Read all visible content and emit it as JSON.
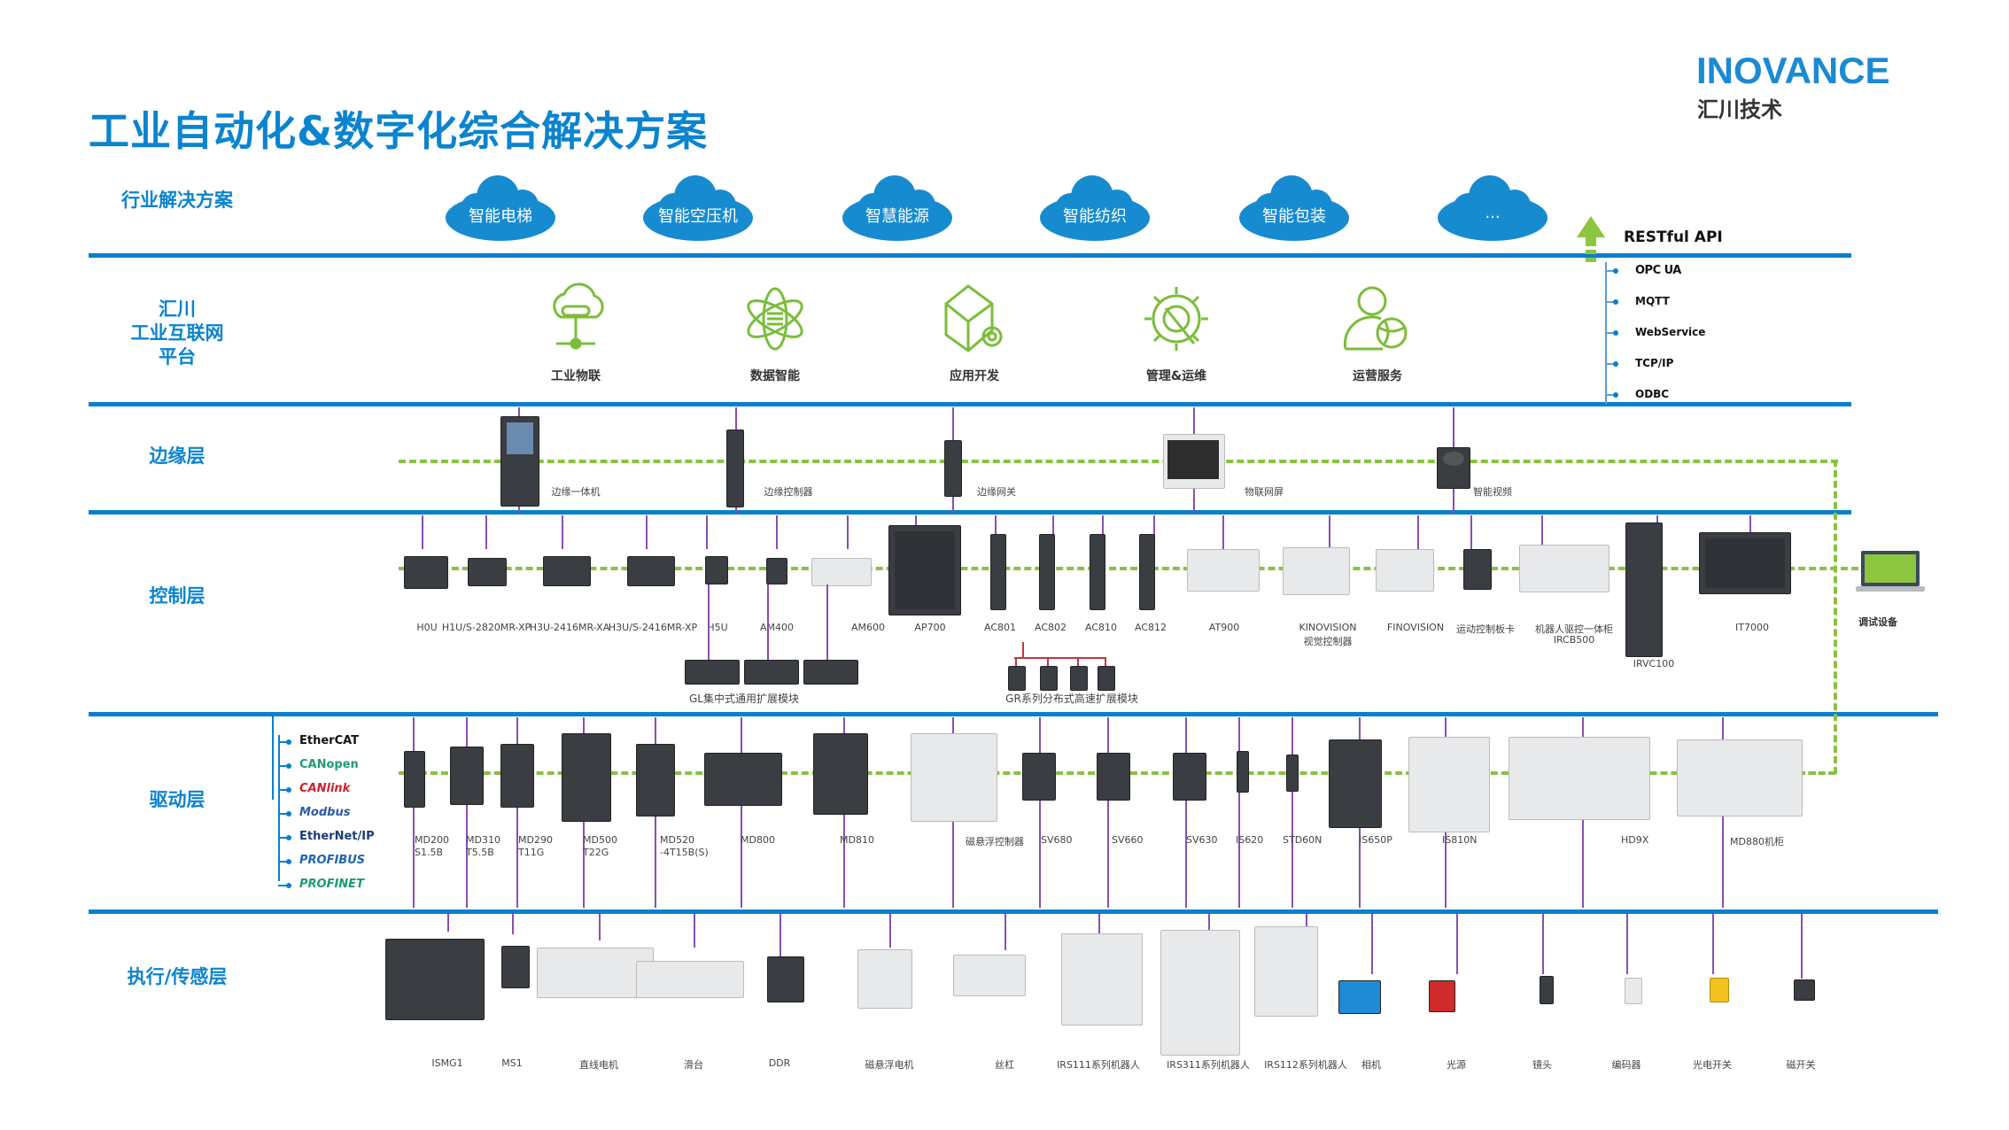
{
  "title": "工业自动化&数字化综合解决方案",
  "logo": {
    "en": "INOVANCE",
    "cn": "汇川技术"
  },
  "colors": {
    "brand_blue": "#0a84cf",
    "layer_line": "#0a7fcc",
    "network_green": "#88c241",
    "link_purple": "#8a4fb0",
    "cloud_blue": "#168bd0",
    "gr_link_red": "#c0393b"
  },
  "rows": {
    "industry": "行业解决方案",
    "platform_l1": "汇川",
    "platform_l2": "工业互联网",
    "platform_l3": "平台",
    "edge": "边缘层",
    "control": "控制层",
    "drive": "驱动层",
    "actuator": "执行/传感层"
  },
  "industry_solutions": [
    "智能电梯",
    "智能空压机",
    "智慧能源",
    "智能纺织",
    "智能包装",
    "..."
  ],
  "platform_items": [
    {
      "label": "工业物联",
      "icon": "cloud-network-icon"
    },
    {
      "label": "数据智能",
      "icon": "atom-data-icon"
    },
    {
      "label": "应用开发",
      "icon": "cube-gear-icon"
    },
    {
      "label": "管理&运维",
      "icon": "gear-wrench-icon"
    },
    {
      "label": "运营服务",
      "icon": "user-globe-icon"
    }
  ],
  "api": {
    "title": "RESTful API",
    "protocols": [
      "OPC UA",
      "MQTT",
      "WebService",
      "TCP/IP",
      "ODBC"
    ]
  },
  "edge_devices": [
    "边缘一体机",
    "边缘控制器",
    "边缘网关",
    "物联网屏",
    "智能视频"
  ],
  "control_devices": [
    "H0U",
    "H1U/S-2820MR-XP",
    "H3U-2416MR-XA",
    "H3U/S-2416MR-XP",
    "H5U",
    "AM400",
    "AM600",
    "AP700",
    "AC801",
    "AC802",
    "AC810",
    "AC812",
    "AT900",
    "KINOVISION",
    "FINOVISION",
    "运动控制板卡",
    "机器人驱控一体柜",
    "IRVC100",
    "IT7000"
  ],
  "control_sublabels": {
    "kinovision": "视觉控制器",
    "ircb": "IRCB500"
  },
  "debug_device": "调试设备",
  "gl_modules": "GL集中式通用扩展模块",
  "gr_modules": "GR系列分布式高速扩展模块",
  "fieldbuses": [
    "EtherCAT",
    "CANopen",
    "CANlink",
    "Modbus",
    "EtherNet/IP",
    "PROFIBUS",
    "PROFINET"
  ],
  "drive_devices": [
    {
      "l1": "MD200",
      "l2": "S1.5B"
    },
    {
      "l1": "MD310",
      "l2": "T5.5B"
    },
    {
      "l1": "MD290",
      "l2": "T11G"
    },
    {
      "l1": "MD500",
      "l2": "T22G"
    },
    {
      "l1": "MD520",
      "l2": "-4T15B(S)"
    },
    {
      "l1": "MD800",
      "l2": ""
    },
    {
      "l1": "MD810",
      "l2": ""
    },
    {
      "l1": "磁悬浮控制器",
      "l2": ""
    },
    {
      "l1": "SV680",
      "l2": ""
    },
    {
      "l1": "SV660",
      "l2": ""
    },
    {
      "l1": "SV630",
      "l2": ""
    },
    {
      "l1": "IS620",
      "l2": ""
    },
    {
      "l1": "STD60N",
      "l2": ""
    },
    {
      "l1": "IS650P",
      "l2": ""
    },
    {
      "l1": "IS810N",
      "l2": ""
    },
    {
      "l1": "HD9X",
      "l2": ""
    },
    {
      "l1": "MD880机柜",
      "l2": ""
    }
  ],
  "actuators": [
    "ISMG1",
    "MS1",
    "直线电机",
    "滑台",
    "DDR",
    "磁悬浮电机",
    "丝杠",
    "IRS111系列机器人",
    "IRS311系列机器人",
    "IRS112系列机器人",
    "相机",
    "光源",
    "镜头",
    "编码器",
    "光电开关",
    "磁开关"
  ]
}
